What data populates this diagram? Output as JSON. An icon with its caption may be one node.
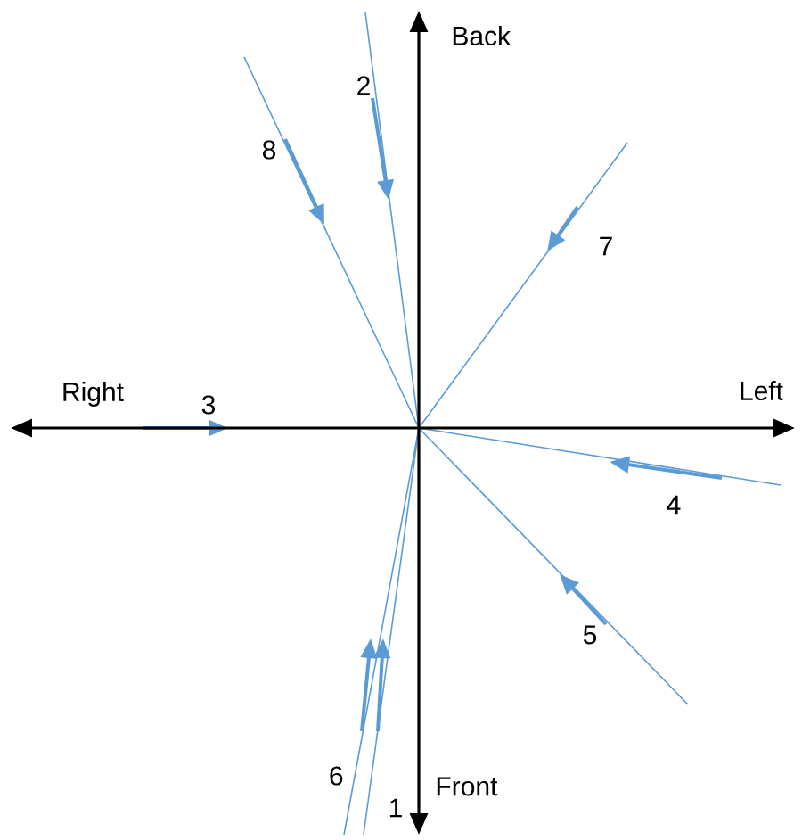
{
  "diagram": {
    "labels": [
      "Back",
      "2",
      "8",
      "7",
      "Right",
      "3",
      "Left",
      "4",
      "5",
      "6",
      "Front",
      "1"
    ]
  }
}
